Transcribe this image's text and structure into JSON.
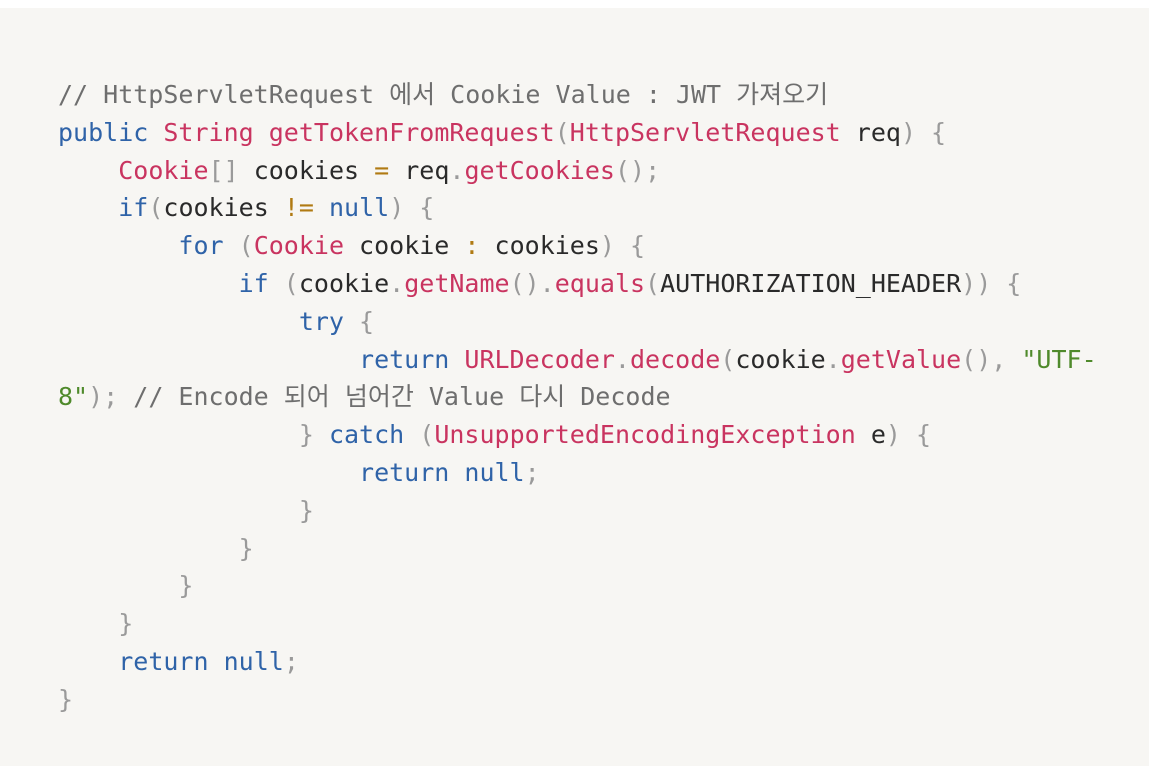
{
  "code_lines": [
    [
      {
        "t": "// HttpServletRequest 에서 Cookie Value : JWT 가져오기",
        "c": "comment"
      }
    ],
    [
      {
        "t": "public",
        "c": "keyword"
      },
      {
        "t": " ",
        "c": "ident"
      },
      {
        "t": "String",
        "c": "type"
      },
      {
        "t": " ",
        "c": "ident"
      },
      {
        "t": "getTokenFromRequest",
        "c": "method"
      },
      {
        "t": "(",
        "c": "punct"
      },
      {
        "t": "HttpServletRequest",
        "c": "type"
      },
      {
        "t": " req",
        "c": "ident"
      },
      {
        "t": ") {",
        "c": "punct"
      }
    ],
    [
      {
        "t": "    ",
        "c": "ident"
      },
      {
        "t": "Cookie",
        "c": "type"
      },
      {
        "t": "[]",
        "c": "punct"
      },
      {
        "t": " cookies ",
        "c": "ident"
      },
      {
        "t": "=",
        "c": "operator"
      },
      {
        "t": " req",
        "c": "ident"
      },
      {
        "t": ".",
        "c": "punct"
      },
      {
        "t": "getCookies",
        "c": "method"
      },
      {
        "t": "();",
        "c": "punct"
      }
    ],
    [
      {
        "t": "    ",
        "c": "ident"
      },
      {
        "t": "if",
        "c": "keyword"
      },
      {
        "t": "(",
        "c": "punct"
      },
      {
        "t": "cookies ",
        "c": "ident"
      },
      {
        "t": "!=",
        "c": "operator"
      },
      {
        "t": " ",
        "c": "ident"
      },
      {
        "t": "null",
        "c": "keyword"
      },
      {
        "t": ") {",
        "c": "punct"
      }
    ],
    [
      {
        "t": "        ",
        "c": "ident"
      },
      {
        "t": "for",
        "c": "keyword"
      },
      {
        "t": " (",
        "c": "punct"
      },
      {
        "t": "Cookie",
        "c": "type"
      },
      {
        "t": " cookie ",
        "c": "ident"
      },
      {
        "t": ":",
        "c": "operator"
      },
      {
        "t": " cookies",
        "c": "ident"
      },
      {
        "t": ") {",
        "c": "punct"
      }
    ],
    [
      {
        "t": "            ",
        "c": "ident"
      },
      {
        "t": "if",
        "c": "keyword"
      },
      {
        "t": " (",
        "c": "punct"
      },
      {
        "t": "cookie",
        "c": "ident"
      },
      {
        "t": ".",
        "c": "punct"
      },
      {
        "t": "getName",
        "c": "method"
      },
      {
        "t": "().",
        "c": "punct"
      },
      {
        "t": "equals",
        "c": "method"
      },
      {
        "t": "(",
        "c": "punct"
      },
      {
        "t": "AUTHORIZATION_HEADER",
        "c": "ident"
      },
      {
        "t": ")) {",
        "c": "punct"
      }
    ],
    [
      {
        "t": "                ",
        "c": "ident"
      },
      {
        "t": "try",
        "c": "keyword"
      },
      {
        "t": " {",
        "c": "punct"
      }
    ],
    [
      {
        "t": "                    ",
        "c": "ident"
      },
      {
        "t": "return",
        "c": "keyword"
      },
      {
        "t": " ",
        "c": "ident"
      },
      {
        "t": "URLDecoder",
        "c": "type"
      },
      {
        "t": ".",
        "c": "punct"
      },
      {
        "t": "decode",
        "c": "method"
      },
      {
        "t": "(",
        "c": "punct"
      },
      {
        "t": "cookie",
        "c": "ident"
      },
      {
        "t": ".",
        "c": "punct"
      },
      {
        "t": "getValue",
        "c": "method"
      },
      {
        "t": "(), ",
        "c": "punct"
      },
      {
        "t": "\"UTF-",
        "c": "string"
      }
    ],
    [
      {
        "t": "8\"",
        "c": "string"
      },
      {
        "t": "); ",
        "c": "punct"
      },
      {
        "t": "// Encode 되어 넘어간 Value 다시 Decode",
        "c": "comment"
      }
    ],
    [
      {
        "t": "                ",
        "c": "ident"
      },
      {
        "t": "}",
        "c": "punct"
      },
      {
        "t": " ",
        "c": "ident"
      },
      {
        "t": "catch",
        "c": "keyword"
      },
      {
        "t": " (",
        "c": "punct"
      },
      {
        "t": "UnsupportedEncodingException",
        "c": "type"
      },
      {
        "t": " e",
        "c": "ident"
      },
      {
        "t": ") {",
        "c": "punct"
      }
    ],
    [
      {
        "t": "                    ",
        "c": "ident"
      },
      {
        "t": "return",
        "c": "keyword"
      },
      {
        "t": " ",
        "c": "ident"
      },
      {
        "t": "null",
        "c": "keyword"
      },
      {
        "t": ";",
        "c": "punct"
      }
    ],
    [
      {
        "t": "                ",
        "c": "ident"
      },
      {
        "t": "}",
        "c": "punct"
      }
    ],
    [
      {
        "t": "            ",
        "c": "ident"
      },
      {
        "t": "}",
        "c": "punct"
      }
    ],
    [
      {
        "t": "        ",
        "c": "ident"
      },
      {
        "t": "}",
        "c": "punct"
      }
    ],
    [
      {
        "t": "    ",
        "c": "ident"
      },
      {
        "t": "}",
        "c": "punct"
      }
    ],
    [
      {
        "t": "    ",
        "c": "ident"
      },
      {
        "t": "return",
        "c": "keyword"
      },
      {
        "t": " ",
        "c": "ident"
      },
      {
        "t": "null",
        "c": "keyword"
      },
      {
        "t": ";",
        "c": "punct"
      }
    ],
    [
      {
        "t": "}",
        "c": "punct"
      }
    ]
  ],
  "colors": {
    "panel_background": "#f7f6f3",
    "comment": "#6e6e6e",
    "keyword": "#2f63a8",
    "type": "#c93460",
    "method": "#c93460",
    "string": "#4f8a2b",
    "identifier": "#2a2a2a",
    "punctuation": "#9a9a9a",
    "operator": "#b07a12"
  }
}
